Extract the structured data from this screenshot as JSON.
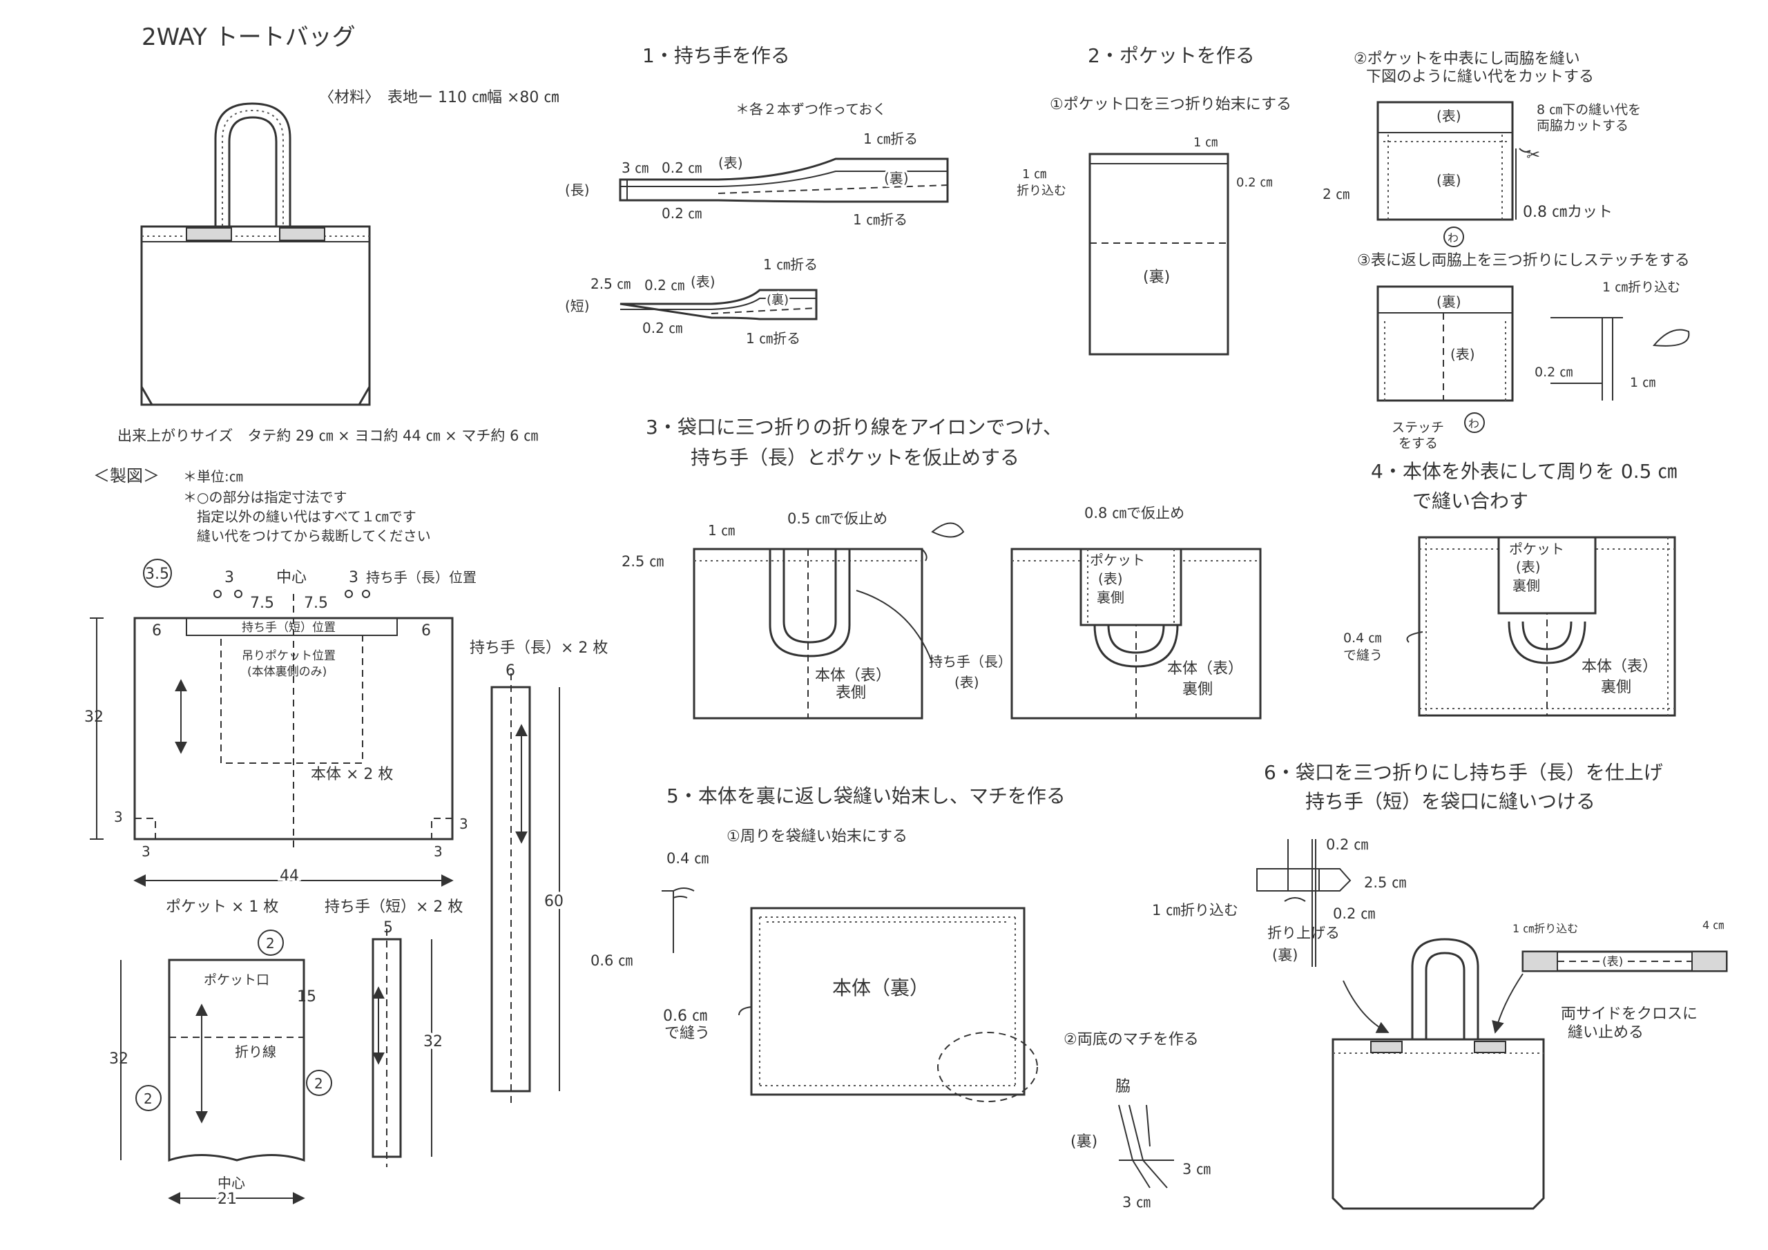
{
  "title": "2WAY トートバッグ",
  "materials": "〈材料〉　表地ー 110 ㎝幅 ×80 ㎝",
  "finished_size": "出来上がりサイズ　タテ約 29 ㎝ × ヨコ約 44 ㎝ × マチ約 6 ㎝",
  "pattern": {
    "heading": "＜製図＞",
    "notes": [
      "＊単位:㎝",
      "＊○の部分は指定寸法です",
      "指定以外の縫い代はすべて１㎝です",
      "縫い代をつけてから裁断してください"
    ],
    "body_piece": {
      "name": "本体 × 2 枚",
      "center": "中心",
      "circled_top": "3.5",
      "top_marks": [
        "3",
        "3",
        "7.5",
        "7.5"
      ],
      "long_handle_pos": "持ち手（長）位置",
      "short_handle_pos": "持ち手（短）位置",
      "pocket_pos": "吊りポケット位置",
      "pocket_pos_note": "(本体裏側のみ)",
      "height": "32",
      "width": "44",
      "corner": "3",
      "seam": "6"
    },
    "long_handle": {
      "name": "持ち手（長）× 2 枚",
      "width": "6",
      "length": "60"
    },
    "pocket": {
      "name": "ポケット × 1 枚",
      "mouth": "ポケット口",
      "fold": "折り線",
      "circled": "2",
      "height_side": "15",
      "height": "32",
      "center": "中心",
      "width": "21"
    },
    "short_handle": {
      "name": "持ち手（短）× 2 枚",
      "width": "5",
      "length": "32"
    }
  },
  "step1": {
    "heading": "1・持ち手を作る",
    "note": "＊各２本ずつ作っておく",
    "long_label": "(長)",
    "short_label": "(短)",
    "dims_long": [
      "3 ㎝",
      "0.2 ㎝",
      "(表)",
      "1 ㎝折る",
      "(裏)",
      "0.2 ㎝",
      "1 ㎝折る"
    ],
    "dims_short": [
      "2.5 ㎝",
      "0.2 ㎝",
      "(表)",
      "1 ㎝折る",
      "(裏)",
      "0.2 ㎝",
      "1 ㎝折る"
    ]
  },
  "step2": {
    "heading": "2・ポケットを作る",
    "sub1": "①ポケット口を三つ折り始末にする",
    "sub1_labels": [
      "1 ㎝",
      "1 ㎝",
      "折り込む",
      "0.2 ㎝",
      "(裏)"
    ],
    "sub2": "②ポケットを中表にし両脇を縫い",
    "sub2b": "下図のように縫い代をカットする",
    "sub2_labels": [
      "(表)",
      "(裏)",
      "8 ㎝下の縫い代を",
      "両脇カットする",
      "2 ㎝",
      "0.8 ㎝カット",
      "わ"
    ],
    "sub3": "③表に返し両脇上を三つ折りにしステッチをする",
    "sub3_labels": [
      "(裏)",
      "(表)",
      "ステッチ",
      "をする",
      "わ",
      "1 ㎝折り込む",
      "0.2 ㎝",
      "1 ㎝"
    ]
  },
  "step3": {
    "heading": "3・袋口に三つ折りの折り線をアイロンでつけ、",
    "heading2": "持ち手（長）とポケットを仮止めする",
    "labels_a": [
      "1 ㎝",
      "0.5 ㎝で仮止め",
      "2.5 ㎝",
      "本体（表）",
      "表側",
      "持ち手（長）",
      "(表)"
    ],
    "labels_b": [
      "0.8 ㎝で仮止め",
      "ポケット",
      "(表)",
      "裏側",
      "本体（表）",
      "裏側"
    ]
  },
  "step4": {
    "heading": "4・本体を外表にして周りを 0.5 ㎝",
    "heading2": "で縫い合わす",
    "labels": [
      "ポケット",
      "(表)",
      "裏側",
      "0.4 ㎝",
      "で縫う",
      "本体（表）",
      "裏側"
    ]
  },
  "step5": {
    "heading": "5・本体を裏に返し袋縫い始末し、マチを作る",
    "sub1": "①周りを袋縫い始末にする",
    "sub1_labels": [
      "0.4 ㎝",
      "0.6 ㎝",
      "本体（裏）",
      "0.6 ㎝",
      "で縫う"
    ],
    "sub2": "②両底のマチを作る",
    "sub2_labels": [
      "脇",
      "(裏)",
      "3 ㎝",
      "3 ㎝"
    ]
  },
  "step6": {
    "heading": "6・袋口を三つ折りにし持ち手（長）を仕上げ",
    "heading2": "持ち手（短）を袋口に縫いつける",
    "labels": [
      "0.2 ㎝",
      "2.5 ㎝",
      "0.2 ㎝",
      "1 ㎝折り込む",
      "折り上げる",
      "(裏)",
      "1 ㎝折り込む",
      "4 ㎝",
      "(表)",
      "両サイドをクロスに",
      "縫い止める"
    ]
  }
}
